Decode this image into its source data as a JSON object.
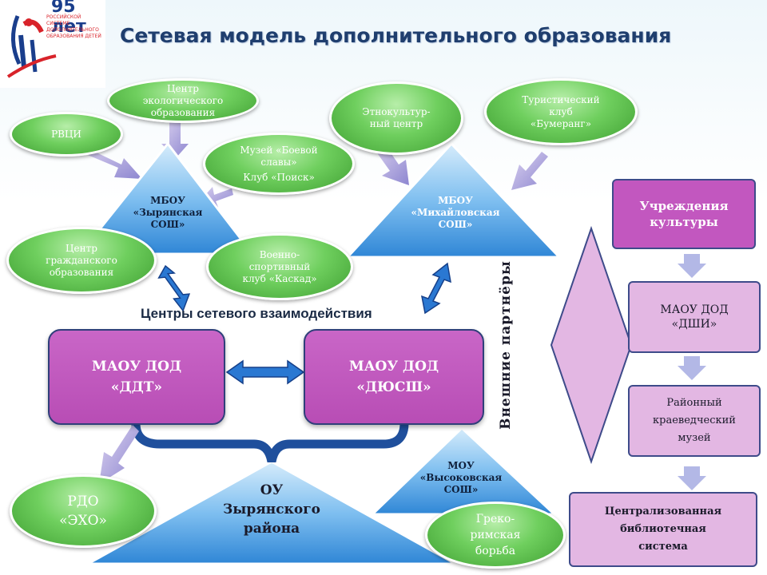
{
  "logo": {
    "anniversary": "95 лет",
    "line1": "РОССИЙСКОЙ СИСТЕМЕ",
    "line2": "ДОПОЛНИТЕЛЬНОГО",
    "line3": "ОБРАЗОВАНИЯ ДЕТЕЙ"
  },
  "title": "Сетевая модель дополнительного образования",
  "subtitle": "Центры сетевого взаимодействия",
  "school1": {
    "line1": "МБОУ",
    "line2": "«Зырянская",
    "line3": "СОШ»"
  },
  "school2": {
    "line1": "МБОУ",
    "line2": "«Михайловская",
    "line3": "СОШ»"
  },
  "school3": {
    "line1": "МОУ",
    "line2": "«Высоковская",
    "line3": "СОШ»"
  },
  "district": {
    "line1": "ОУ",
    "line2": "Зырянского",
    "line3": "района"
  },
  "ellipses": {
    "rvci": "РВЦИ",
    "eco": {
      "line1": "Центр",
      "line2": "экологического",
      "line3": "образования"
    },
    "museum": {
      "line1": "Музей «Боевой",
      "line2": "славы»",
      "line3": "Клуб «Поиск»"
    },
    "civic": {
      "line1": "Центр",
      "line2": "гражданского",
      "line3": "образования"
    },
    "military": {
      "line1": "Военно-",
      "line2": "спортивный",
      "line3": "клуб «Каскад»"
    },
    "ethno": {
      "line1": "Этнокультур-",
      "line2": "ный центр"
    },
    "tourist": {
      "line1": "Туристический",
      "line2": "клуб",
      "line3": "«Бумеранг»"
    },
    "rdo": {
      "line1": "РДО",
      "line2": "«ЭХО»"
    },
    "greco": {
      "line1": "Греко-",
      "line2": "римская",
      "line3": "борьба"
    }
  },
  "centers": {
    "ddt": {
      "line1": "МАОУ ДОД",
      "line2": "«ДДТ»"
    },
    "dyush": {
      "line1": "МАОУ ДОД",
      "line2": "«ДЮСШ»"
    }
  },
  "partners": {
    "label": "Внешние партнёры",
    "culture": {
      "line1": "Учреждения",
      "line2": "культуры"
    },
    "dshi": {
      "line1": "МАОУ ДОД",
      "line2": "«ДШИ»"
    },
    "museum": {
      "line1": "Районный",
      "line2": "краеведческий",
      "line3": "музей"
    },
    "library": {
      "line1": "Централизованная",
      "line2": "библиотечная",
      "line3": "система"
    }
  },
  "colors": {
    "green": "#6fcf5e",
    "magenta": "#c257bf",
    "blue": "#2f86d6",
    "navy": "#1f3e6e"
  }
}
